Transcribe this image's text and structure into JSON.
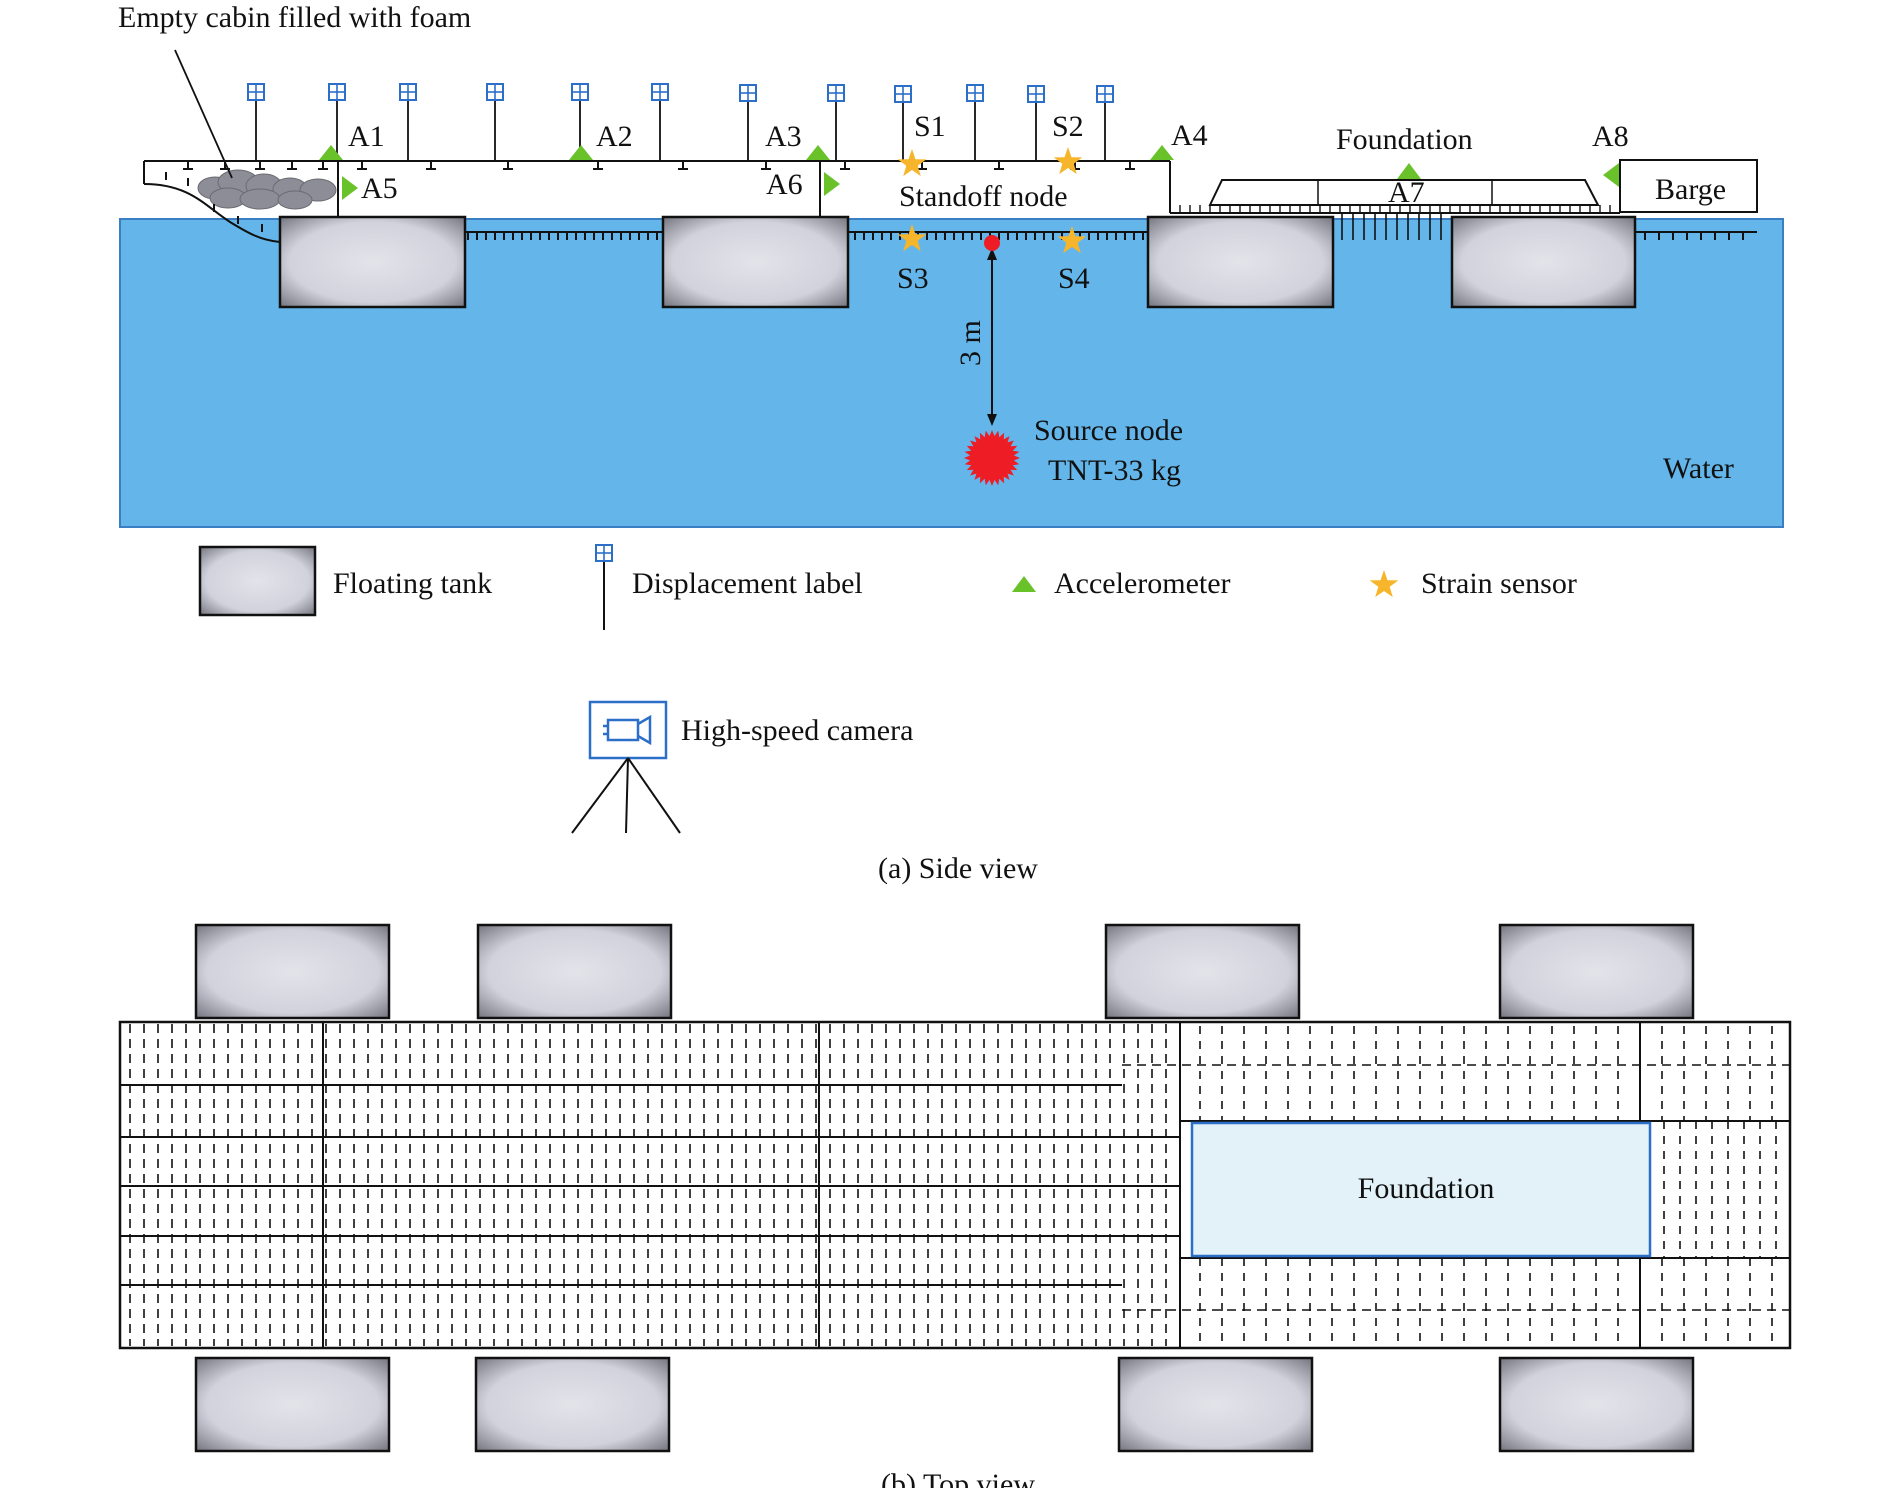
{
  "side_view": {
    "caption": "(a) Side view",
    "labels": {
      "empty_cabin": "Empty cabin filled with foam",
      "standoff_node": "Standoff node",
      "foundation": "Foundation",
      "barge": "Barge",
      "water": "Water",
      "source_node": "Source node",
      "tnt": "TNT-33 kg",
      "distance": "3 m"
    },
    "accelerometers": [
      "A1",
      "A2",
      "A3",
      "A4",
      "A5",
      "A6",
      "A7",
      "A8"
    ],
    "strain_sensors": [
      "S1",
      "S2",
      "S3",
      "S4"
    ]
  },
  "legend": {
    "floating_tank": "Floating tank",
    "displacement_label": "Displacement label",
    "accelerometer": "Accelerometer",
    "strain_sensor": "Strain sensor",
    "high_speed_camera": "High-speed camera"
  },
  "top_view": {
    "caption": "(b) Top view",
    "foundation": "Foundation"
  },
  "colors": {
    "water": "#63b5ea",
    "accelerometer": "#6ac22a",
    "strain_sensor": "#f7b52c",
    "explosion": "#ee1c24",
    "foundation_top": "#e2f2f8",
    "camera": "#2b6fc9",
    "marker": "#2b6fc9"
  }
}
